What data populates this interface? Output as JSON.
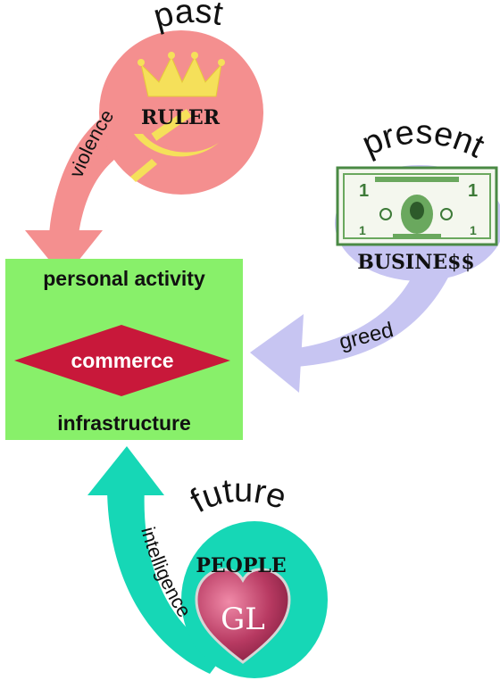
{
  "eras": {
    "past": "past",
    "present": "present",
    "future": "future"
  },
  "actors": {
    "ruler": "RULER",
    "business": "BUSINE$$",
    "people": "PEOPLE",
    "people_badge": "GL"
  },
  "forces": {
    "violence": "violence",
    "greed": "greed",
    "intelligence": "intelligence"
  },
  "center_box": {
    "top": "personal activity",
    "middle": "commerce",
    "bottom": "infrastructure"
  },
  "colors": {
    "past_blob": "#f48f8f",
    "present_blob": "#c7c5f2",
    "future_blob": "#16d7b6",
    "center_box": "#88f06a",
    "diamond": "#c8183a",
    "crown": "#f5e05a",
    "money": "#5a9a52",
    "heart": "#a82c52"
  },
  "icons": {
    "ruler": "crown-hammer-sickle-icon",
    "business": "dollar-bill-icon",
    "people": "heart-icon"
  }
}
